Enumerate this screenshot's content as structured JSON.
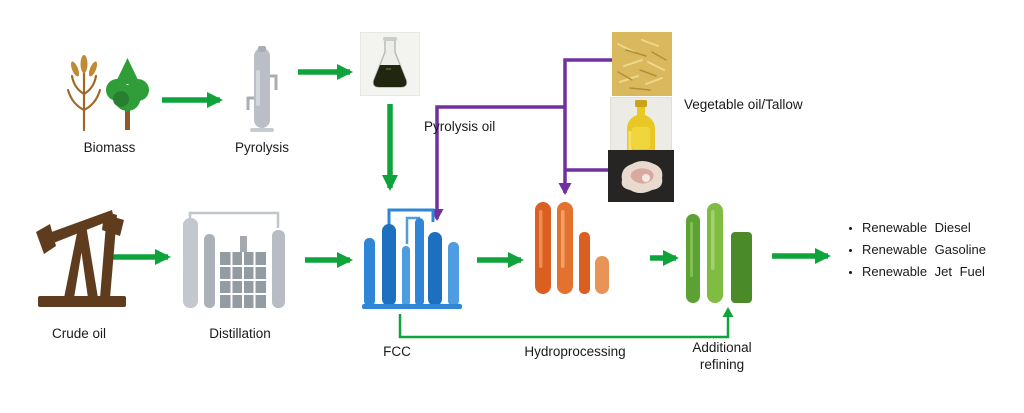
{
  "labels": {
    "biomass": "Biomass",
    "pyrolysis": "Pyrolysis",
    "pyrolysis_oil": "Pyrolysis oil",
    "vegetable_oil_tallow": "Vegetable oil/Tallow",
    "crude_oil": "Crude oil",
    "distillation": "Distillation",
    "fcc": "FCC",
    "hydroprocessing": "Hydroprocessing",
    "additional_refining": "Additional refining"
  },
  "outputs": [
    "Renewable Diesel",
    "Renewable Gasoline",
    "Renewable Jet Fuel"
  ],
  "icons": {
    "biomass": "plant-and-tree-icon",
    "pyrolysis": "reactor-column-icon",
    "pyrolysis_oil": "flask-photo",
    "vegetable_oil_tallow": [
      "straw-photo",
      "oil-bottle-photo",
      "tallow-photo"
    ],
    "crude_oil": "pump-jack-icon",
    "distillation": "refinery-columns-icon",
    "fcc": "fcc-unit-icon",
    "hydroprocessing": "hydroprocessing-columns-icon",
    "additional_refining": "refining-columns-icon"
  },
  "colors": {
    "flow_arrow_green": "#0fa33c",
    "bio_route_purple": "#7030a0",
    "fcc_blue": "#1d6fc0",
    "hydroprocessing_orange": "#da5f20",
    "refining_green": "#7fbc41",
    "crude_oil_brown": "#5f3c1e",
    "distillation_gray": "#abb1b8",
    "text": "#1a1a1a",
    "background": "#ffffff"
  }
}
